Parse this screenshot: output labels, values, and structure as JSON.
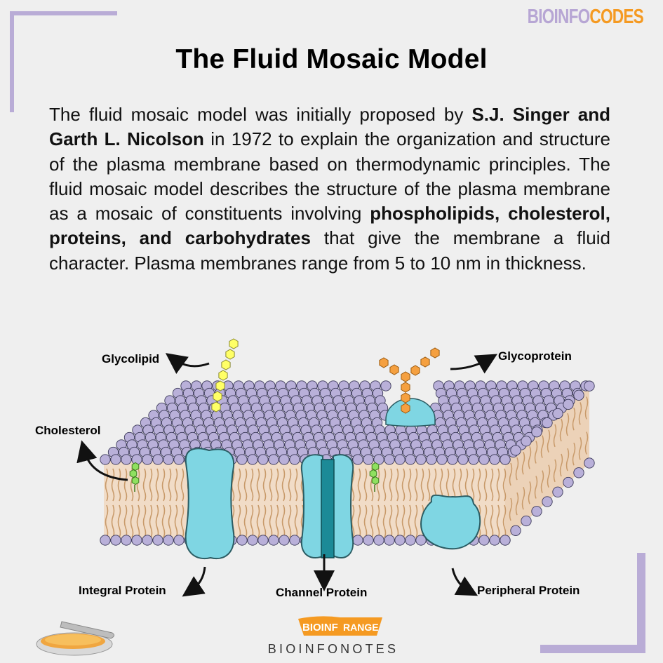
{
  "brand": {
    "part1": "BIOINFO",
    "part2": "CODES"
  },
  "title": "The Fluid Mosaic Model",
  "intro": {
    "p1": "The fluid mosaic model was initially proposed by ",
    "b1": "S.J. Singer and Garth L. Nicolson",
    "p2": " in 1972 to explain the organization and structure of the plasma membrane based on thermodynamic principles. The fluid mosaic model describes the structure of the plasma membrane as a mosaic of constituents involving ",
    "b2": "phospholipids, cholesterol, proteins, and carbohydrates",
    "p3": " that give the membrane a fluid character. Plasma membranes range from 5 to 10 nm in thickness."
  },
  "labels": {
    "glycolipid": "Glycolipid",
    "glycoprotein": "Glycoprotein",
    "cholesterol": "Cholesterol",
    "integral": "Integral Protein",
    "channel": "Channel Protein",
    "peripheral": "Peripheral Protein"
  },
  "footer": {
    "logo_part1": "BIOINF",
    "logo_part2": "RANGE",
    "text": "BIOINFONOTES"
  },
  "colors": {
    "head": "#b9b0d9",
    "head_stroke": "#3c3a5a",
    "tail": "#c89a6a",
    "core": "#f1dcc7",
    "protein": "#7fd6e3",
    "channel_dark": "#1c8a97",
    "glycolipid": "#ffff66",
    "glycoprotein": "#f5a040",
    "cholesterol": "#8fe060",
    "accent_purple": "#b7a6d4",
    "accent_orange": "#f59a22"
  }
}
